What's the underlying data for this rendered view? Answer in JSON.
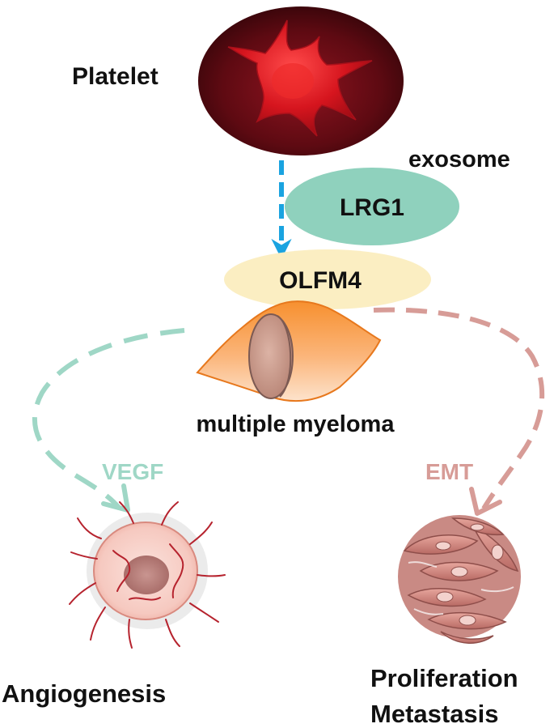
{
  "labels": {
    "platelet": "Platelet",
    "exosome": "exosome",
    "lrg1": "LRG1",
    "olfm4": "OLFM4",
    "cell": "multiple myeloma",
    "vegf": "VEGF",
    "emt": "EMT",
    "angiogenesis": "Angiogenesis",
    "proliferation": "Proliferation",
    "metastasis": "Metastasis"
  },
  "colors": {
    "arrow_blue": "#1aa3e0",
    "lrg1_fill": "#8fd1bd",
    "olfm4_fill": "#fbeec2",
    "cell_fill": "#f59a43",
    "vegf_teal": "#9fd7c6",
    "emt_rose": "#d79c97",
    "platelet_red": "#c41b26"
  },
  "icons": [
    "platelet-icon",
    "myeloma-cell-icon",
    "tumor-angiogenesis-icon",
    "metastatic-cells-icon"
  ]
}
